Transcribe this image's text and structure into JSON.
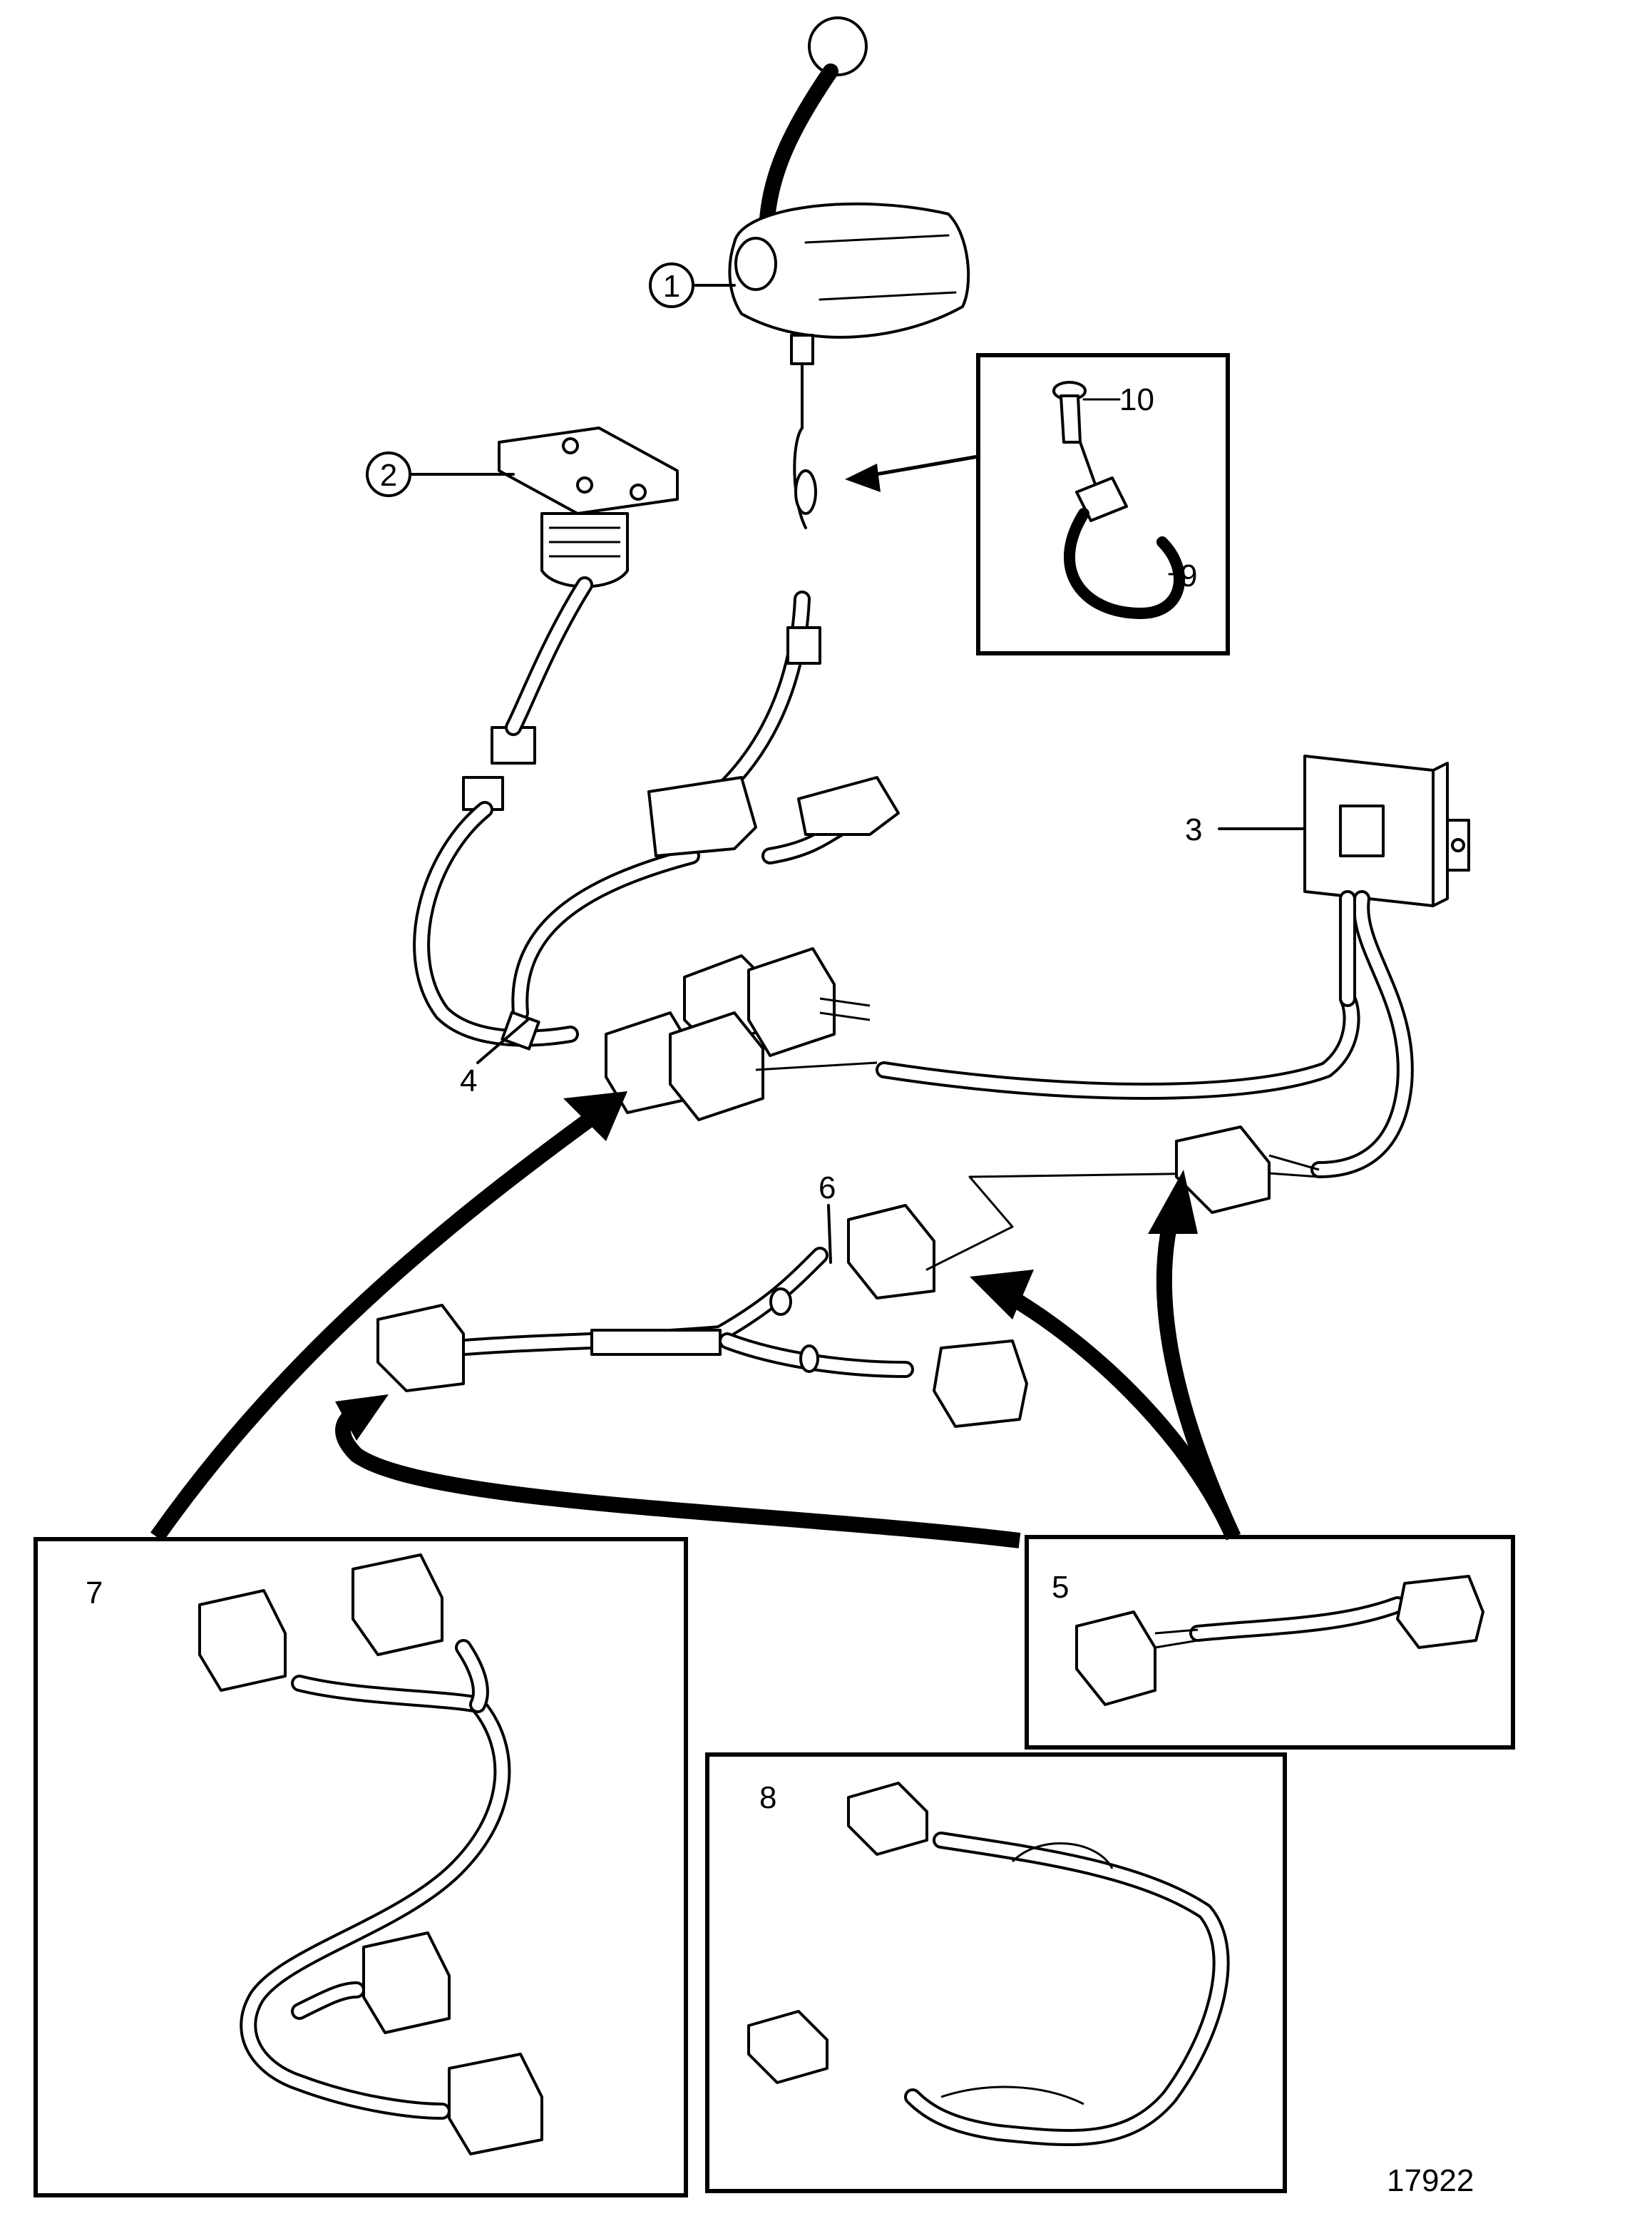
{
  "diagram": {
    "callouts": {
      "c1": "1",
      "c2": "2",
      "c3": "3",
      "c4": "4",
      "c5": "5",
      "c6": "6",
      "c7": "7",
      "c8": "8",
      "c9": "9",
      "c10": "10"
    },
    "figure_number": "17922"
  }
}
